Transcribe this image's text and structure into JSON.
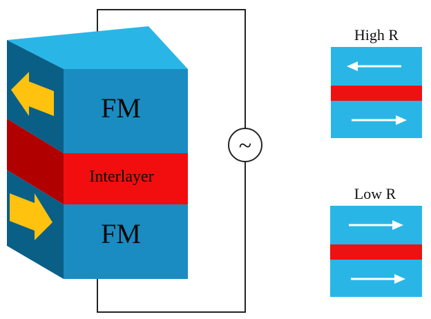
{
  "stack": {
    "top_layer_label": "FM",
    "interlayer_label": "Interlayer",
    "bottom_layer_label": "FM"
  },
  "source": {
    "symbol": "~"
  },
  "panels": [
    {
      "label": "High R",
      "top_arrow": "left",
      "bottom_arrow": "right"
    },
    {
      "label": "Low R",
      "top_arrow": "right",
      "bottom_arrow": "right"
    }
  ],
  "colors": {
    "fm_front": "#1a8cc1",
    "fm_top": "#29b6e6",
    "fm_side": "#0a5f87",
    "interlayer_front": "#f20e0e",
    "interlayer_side": "#b00000",
    "magnet_arrow": "#ffc20e",
    "panel_fm": "#29b6e6",
    "panel_interlayer": "#ee1111",
    "wire": "#222222"
  }
}
